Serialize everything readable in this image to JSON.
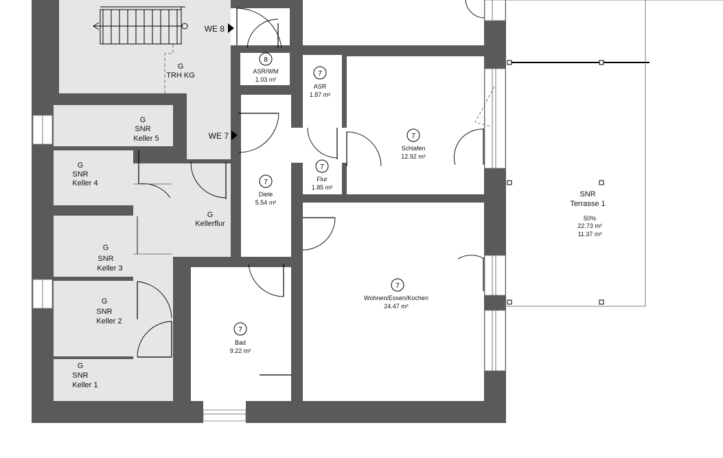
{
  "rooms": {
    "trh": {
      "prefix": "G",
      "name": "TRH KG"
    },
    "asr_wm": {
      "number": "8",
      "name": "ASR/WM",
      "area": "1.03 m²"
    },
    "asr": {
      "number": "7",
      "name": "ASR",
      "area": "1.87 m²"
    },
    "schlafen": {
      "number": "7",
      "name": "Schlafen",
      "area": "12.92 m²"
    },
    "keller5": {
      "prefix": "G",
      "snr": "SNR",
      "name": "Keller 5"
    },
    "keller4": {
      "prefix": "G",
      "snr": "SNR",
      "name": "Keller 4"
    },
    "keller3": {
      "prefix": "G",
      "snr": "SNR",
      "name": "Keller 3"
    },
    "keller2": {
      "prefix": "G",
      "snr": "SNR",
      "name": "Keller 2"
    },
    "keller1": {
      "prefix": "G",
      "snr": "SNR",
      "name": "Keller 1"
    },
    "kellerflur": {
      "prefix": "G",
      "name": "Kellerflur"
    },
    "diele": {
      "number": "7",
      "name": "Diele",
      "area": "5.54 m²"
    },
    "flur": {
      "number": "7",
      "name": "Flur",
      "area": "1.85 m²"
    },
    "wohnen": {
      "number": "7",
      "name": "Wohnen/Essen/Kochen",
      "area": "24.47 m²"
    },
    "bad": {
      "number": "7",
      "name": "Bad",
      "area": "9.22 m²"
    },
    "terrasse": {
      "snr": "SNR",
      "name": "Terrasse 1",
      "share": "50%",
      "area": "22.73 m²",
      "area_share": "11.37 m²"
    }
  },
  "entrances": {
    "we8": "WE 8",
    "we7": "WE 7"
  },
  "colors": {
    "wall": "#5a5a5a",
    "shaded": "#e6e6e6",
    "room": "#ffffff"
  }
}
